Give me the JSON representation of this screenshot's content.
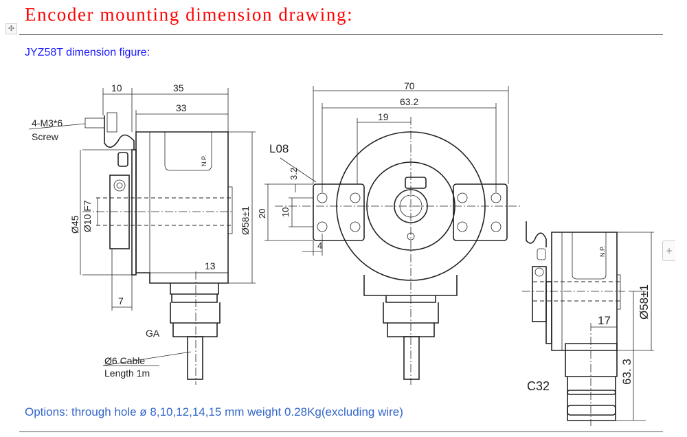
{
  "header": {
    "title": "Encoder mounting dimension drawing:",
    "subtitle": "JYZ58T dimension figure:"
  },
  "drawing": {
    "side_view": {
      "dim_10": "10",
      "dim_35": "35",
      "dim_33": "33",
      "screw_label_1": "4-M3*6",
      "screw_label_2": "Screw",
      "dia_45": "Ø45",
      "dia_10": "Ø10 F7",
      "dia_58": "Ø58±1",
      "np": "N.P.",
      "dim_13": "13",
      "dim_7": "7",
      "ga": "GA",
      "cable_1": "Ø6 Cable",
      "cable_2": "Length 1m"
    },
    "front_view": {
      "dim_70": "70",
      "dim_63_2": "63.2",
      "dim_19": "19",
      "l08": "L08",
      "dim_3_2": "3.2",
      "dim_20": "20",
      "dim_10": "10",
      "dim_4": "4"
    },
    "c32_view": {
      "np": "N.P.",
      "dia_58": "Ø58±1",
      "dim_17": "17",
      "dim_63_3": "63. 3",
      "c32": "C32"
    }
  },
  "footer": {
    "options": "Options: through hole ø 8,10,12,14,15 mm weight 0.28Kg(excluding wire)"
  },
  "controls": {
    "move_handle": "✣",
    "add_button": "+"
  }
}
